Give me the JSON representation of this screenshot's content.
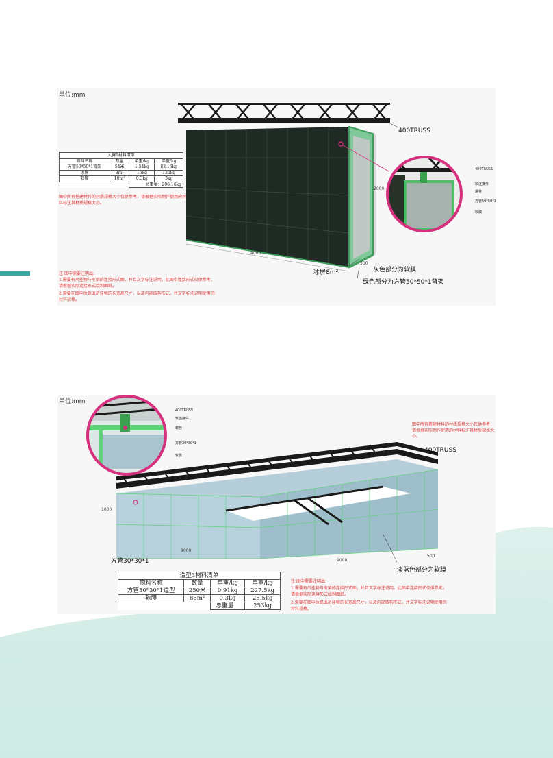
{
  "section1": {
    "unit_label": "单位:mm",
    "table": {
      "title": "大屏1材料清单",
      "headers": [
        "物料名称",
        "数量",
        "单重/kg",
        "单重/kg"
      ],
      "rows": [
        [
          "方管50*50*1背架",
          "54米",
          "1.54kg",
          "83.16kg"
        ],
        [
          "冰屏",
          "8m²",
          "15kg",
          "120kg"
        ],
        [
          "软膜",
          "10m²",
          "0.3kg",
          "3kg"
        ]
      ],
      "total": "总重量：206.16kg"
    },
    "red_note": "图中所有搭建材料的材质规格大小仅供参考，请根据实际制作使用的材料标注其材质规格大小。",
    "notes_title": "注:图中需要注明出:",
    "notes": [
      "1.需要有吊挂物与桁架的连接形式图，并且文字标注说明，此图中连接形式仅供参考，请根据实际连接形式绘制图纸。",
      "2.需要在图中体现出吊挂物的长宽高尺寸，以及内部结构形式，并文字标注说明使用的材料规格。"
    ],
    "labels": {
      "truss": "400TRUSS",
      "ice_screen": "冰屏8m²",
      "gray_soft": "灰色部分为软膜",
      "green_frame": "绿色部分为方管50*50*1背架"
    },
    "dims": {
      "width": "4000",
      "height": "2000",
      "depth": "500"
    },
    "detail_labels": [
      "400TRUSS",
      "软连接件",
      "螺栓",
      "方管50*50*1",
      "软膜"
    ]
  },
  "section2": {
    "unit_label": "单位:mm",
    "detail_labels": [
      "400TRUSS",
      "软连接件",
      "螺栓",
      "方管30*30*1",
      "软膜"
    ],
    "red_note": "图中所有搭建材料的材质规格大小仅供参考，请根据实际制作使用的材料标注其材质规格大小。",
    "labels": {
      "truss": "400TRUSS",
      "square_tube": "方管30*30*1",
      "light_blue": "淡蓝色部分为软膜"
    },
    "dims": {
      "height": "1000",
      "len1": "9000",
      "len2": "9000",
      "depth": "500"
    },
    "table": {
      "title": "造型3材料清单",
      "headers": [
        "物料名称",
        "数量",
        "单重/kg",
        "单重/kg"
      ],
      "rows": [
        [
          "方管30*30*1造型",
          "250米",
          "0.91kg",
          "227.5kg"
        ],
        [
          "软膜",
          "85m²",
          "0.3kg",
          "25.5kg"
        ]
      ],
      "total": "总重量：",
      "total_value": "253kg"
    },
    "notes_title": "注:图中需要注明出:",
    "notes": [
      "1.需要有吊挂物与桁架的连接形式图，并且文字标注说明，此图中连接形式仅供参考，请根据实际连接形式绘制图纸。",
      "2.需要在图中体现出吊挂物的长宽高尺寸，以及内部结构形式，并文字标注说明使用的材料规格。"
    ]
  },
  "colors": {
    "accent": "#3aa8a0",
    "green": "#5fd27a",
    "magenta": "#d6307f",
    "red": "#e03a3a"
  }
}
